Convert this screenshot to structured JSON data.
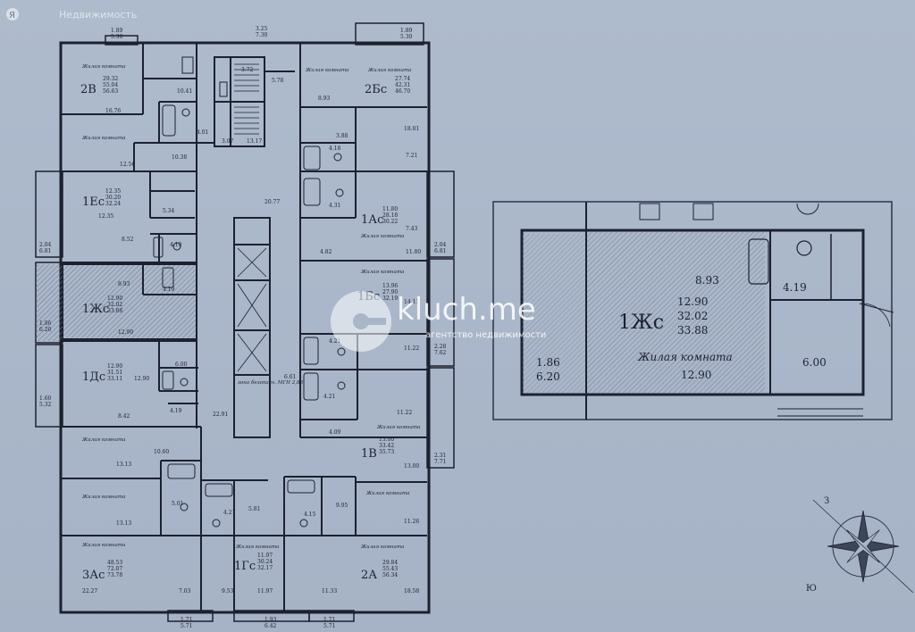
{
  "watermark_top": {
    "brand": "Я",
    "text": "Недвижимость"
  },
  "watermark_center": {
    "title": "kluch.me",
    "subtitle": "агентство недвижимости"
  },
  "room_label": "Жилая комната",
  "zone_label": "зона безопасн. МГН 2,88",
  "balconies": [
    {
      "id": "b1",
      "a": "1.89",
      "b": "5.30"
    },
    {
      "id": "b2",
      "a": "3.25",
      "b": "7.30"
    },
    {
      "id": "b3",
      "a": "1.89",
      "b": "5.30"
    },
    {
      "id": "b4",
      "a": "2.04",
      "b": "6.81"
    },
    {
      "id": "b5",
      "a": "2.04",
      "b": "6.81"
    },
    {
      "id": "b6",
      "a": "1.86",
      "b": "6.20"
    },
    {
      "id": "b7",
      "a": "2.28",
      "b": "7.62"
    },
    {
      "id": "b8",
      "a": "1.60",
      "b": "5.32"
    },
    {
      "id": "b9",
      "a": "2.31",
      "b": "7.71"
    },
    {
      "id": "b10",
      "a": "1.71",
      "b": "5.71"
    },
    {
      "id": "b11",
      "a": "1.93",
      "b": "6.42"
    },
    {
      "id": "b12",
      "a": "1.71",
      "b": "5.71"
    }
  ],
  "apartments": [
    {
      "id": "2v",
      "code": "2В",
      "a": "29.32",
      "b": "55.04",
      "c": "56.63"
    },
    {
      "id": "2bs",
      "code": "2Бс",
      "a": "27.74",
      "b": "42.31",
      "c": "46.70"
    },
    {
      "id": "1es",
      "code": "1Ес",
      "a": "12.35",
      "b": "30.20",
      "c": "32.24"
    },
    {
      "id": "1as",
      "code": "1Ас",
      "a": "11.80",
      "b": "28.18",
      "c": "30.22"
    },
    {
      "id": "1zhs",
      "code": "1Жс",
      "a": "12.90",
      "b": "32.02",
      "c": "33.88"
    },
    {
      "id": "1bs",
      "code": "1Бс",
      "a": "13.96",
      "b": "27.90",
      "c": "32.19"
    },
    {
      "id": "1ds",
      "code": "1Дс",
      "a": "12.90",
      "b": "31.51",
      "c": "33.11"
    },
    {
      "id": "1v",
      "code": "1В",
      "a": "13.00",
      "b": "33.42",
      "c": "35.73"
    },
    {
      "id": "3as",
      "code": "3Ас",
      "a": "48.53",
      "b": "72.07",
      "c": "73.78"
    },
    {
      "id": "1gs",
      "code": "1Гс",
      "a": "11.97",
      "b": "30.24",
      "c": "32.17"
    },
    {
      "id": "2a",
      "code": "2А",
      "a": "29.84",
      "b": "55.43",
      "c": "56.34"
    }
  ],
  "areas": {
    "r1": "16.76",
    "r2": "12.56",
    "r3": "10.41",
    "r4": "4.01",
    "r5": "10.38",
    "r6": "3.72",
    "r7": "3.07",
    "r8": "13.17",
    "r9": "5.78",
    "r10": "8.93",
    "r11": "18.81",
    "r12": "3.88",
    "r13": "4.18",
    "r14": "7.21",
    "r15": "12.35",
    "r16": "5.34",
    "r17": "8.52",
    "r18": "4.19",
    "r19": "20.77",
    "r20": "4.31",
    "r21": "7.43",
    "r22": "4.82",
    "r23": "11.80",
    "r24": "8.93",
    "r25": "4.19",
    "r26": "12.90",
    "r27": "14.11",
    "r28": "4.21",
    "r29": "11.22",
    "r30": "6.00",
    "r31": "12.90",
    "r32": "4.19",
    "r33": "8.42",
    "r34": "6.61",
    "r35": "4.21",
    "r36": "11.22",
    "r37": "22.91",
    "r38": "4.09",
    "r39": "13.00",
    "r40": "10.60",
    "r41": "13.13",
    "r42": "13.13",
    "r43": "5.01",
    "r44": "4.21",
    "r45": "5.81",
    "r46": "4.15",
    "r47": "9.95",
    "r48": "11.26",
    "r49": "22.27",
    "r50": "7.03",
    "r51": "9.53",
    "r52": "11.97",
    "r53": "11.33",
    "r54": "18.58"
  },
  "detail": {
    "code": "1Жс",
    "kitchen": "8.93",
    "bath": "4.19",
    "living": "12.90",
    "total_living": "32.02",
    "total": "33.88",
    "hall": "6.00",
    "balcony_a": "1.86",
    "balcony_b": "6.20",
    "room_label": "Жилая комната",
    "room_area": "12.90"
  },
  "compass": {
    "west": "З",
    "south": "Ю"
  }
}
